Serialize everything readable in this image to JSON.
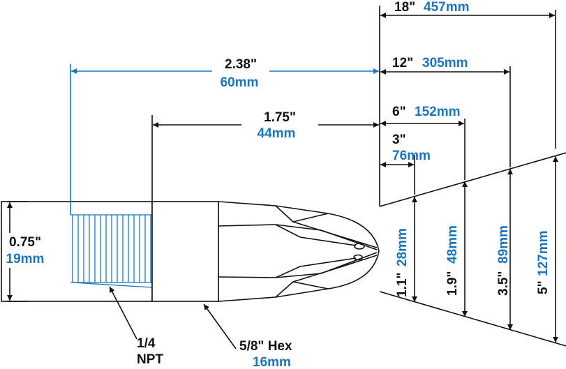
{
  "colors": {
    "black": "#111111",
    "blue": "#1b75bc"
  },
  "dims": {
    "overall_in": "2.38\"",
    "overall_mm": "60mm",
    "nozzle_in": "1.75\"",
    "nozzle_mm": "44mm",
    "dia_in": "0.75\"",
    "dia_mm": "19mm",
    "npt_1": "1/4",
    "npt_2": "NPT",
    "hex_in": "5/8\" Hex",
    "hex_mm": "16mm"
  },
  "distances": [
    {
      "in": "18\"",
      "mm": "457mm"
    },
    {
      "in": "12\"",
      "mm": "305mm"
    },
    {
      "in": "6\"",
      "mm": "152mm"
    },
    {
      "in": "3\"",
      "mm": "76mm"
    }
  ],
  "widths": [
    {
      "in": "1.1\"",
      "mm": "28mm"
    },
    {
      "in": "1.9\"",
      "mm": "48mm"
    },
    {
      "in": "3.5\"",
      "mm": "89mm"
    },
    {
      "in": "5\"",
      "mm": "127mm"
    }
  ]
}
